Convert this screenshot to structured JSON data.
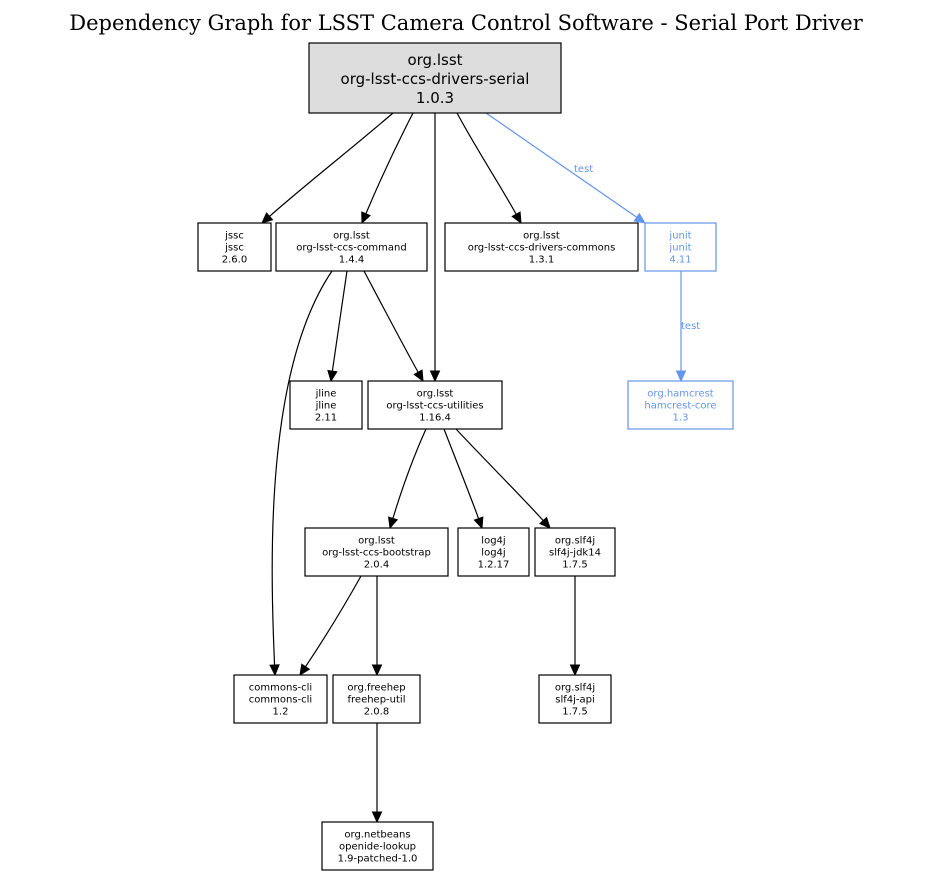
{
  "title": "Dependency Graph for LSST Camera Control Software - Serial Port Driver",
  "colors": {
    "root_fill": "#dddddd",
    "default_stroke": "#000000",
    "test_scope": "#6495ed"
  },
  "nodes": [
    {
      "id": "root",
      "group": "org.lsst",
      "artifact": "org-lsst-ccs-drivers-serial",
      "version": "1.0.3",
      "root": true,
      "scope": "compile"
    },
    {
      "id": "jssc",
      "group": "jssc",
      "artifact": "jssc",
      "version": "2.6.0",
      "scope": "compile"
    },
    {
      "id": "command",
      "group": "org.lsst",
      "artifact": "org-lsst-ccs-command",
      "version": "1.4.4",
      "scope": "compile"
    },
    {
      "id": "commons",
      "group": "org.lsst",
      "artifact": "org-lsst-ccs-drivers-commons",
      "version": "1.3.1",
      "scope": "compile"
    },
    {
      "id": "junit",
      "group": "junit",
      "artifact": "junit",
      "version": "4.11",
      "scope": "test"
    },
    {
      "id": "jline",
      "group": "jline",
      "artifact": "jline",
      "version": "2.11",
      "scope": "compile"
    },
    {
      "id": "utilities",
      "group": "org.lsst",
      "artifact": "org-lsst-ccs-utilities",
      "version": "1.16.4",
      "scope": "compile"
    },
    {
      "id": "hamcrest",
      "group": "org.hamcrest",
      "artifact": "hamcrest-core",
      "version": "1.3",
      "scope": "test"
    },
    {
      "id": "bootstrap",
      "group": "org.lsst",
      "artifact": "org-lsst-ccs-bootstrap",
      "version": "2.0.4",
      "scope": "compile"
    },
    {
      "id": "log4j",
      "group": "log4j",
      "artifact": "log4j",
      "version": "1.2.17",
      "scope": "compile"
    },
    {
      "id": "jdk14",
      "group": "org.slf4j",
      "artifact": "slf4j-jdk14",
      "version": "1.7.5",
      "scope": "compile"
    },
    {
      "id": "cli",
      "group": "commons-cli",
      "artifact": "commons-cli",
      "version": "1.2",
      "scope": "compile"
    },
    {
      "id": "freehep",
      "group": "org.freehep",
      "artifact": "freehep-util",
      "version": "2.0.8",
      "scope": "compile"
    },
    {
      "id": "slf4japi",
      "group": "org.slf4j",
      "artifact": "slf4j-api",
      "version": "1.7.5",
      "scope": "compile"
    },
    {
      "id": "openide",
      "group": "org.netbeans",
      "artifact": "openide-lookup",
      "version": "1.9-patched-1.0",
      "scope": "compile"
    }
  ],
  "edges": [
    {
      "from": "root",
      "to": "jssc",
      "label": ""
    },
    {
      "from": "root",
      "to": "command",
      "label": ""
    },
    {
      "from": "root",
      "to": "utilities",
      "label": ""
    },
    {
      "from": "root",
      "to": "commons",
      "label": ""
    },
    {
      "from": "root",
      "to": "junit",
      "label": "test",
      "scope": "test"
    },
    {
      "from": "junit",
      "to": "hamcrest",
      "label": "test",
      "scope": "test"
    },
    {
      "from": "command",
      "to": "cli",
      "label": ""
    },
    {
      "from": "command",
      "to": "jline",
      "label": ""
    },
    {
      "from": "command",
      "to": "utilities",
      "label": ""
    },
    {
      "from": "utilities",
      "to": "bootstrap",
      "label": ""
    },
    {
      "from": "utilities",
      "to": "log4j",
      "label": ""
    },
    {
      "from": "utilities",
      "to": "jdk14",
      "label": ""
    },
    {
      "from": "bootstrap",
      "to": "cli",
      "label": ""
    },
    {
      "from": "bootstrap",
      "to": "freehep",
      "label": ""
    },
    {
      "from": "jdk14",
      "to": "slf4japi",
      "label": ""
    },
    {
      "from": "freehep",
      "to": "openide",
      "label": ""
    }
  ]
}
